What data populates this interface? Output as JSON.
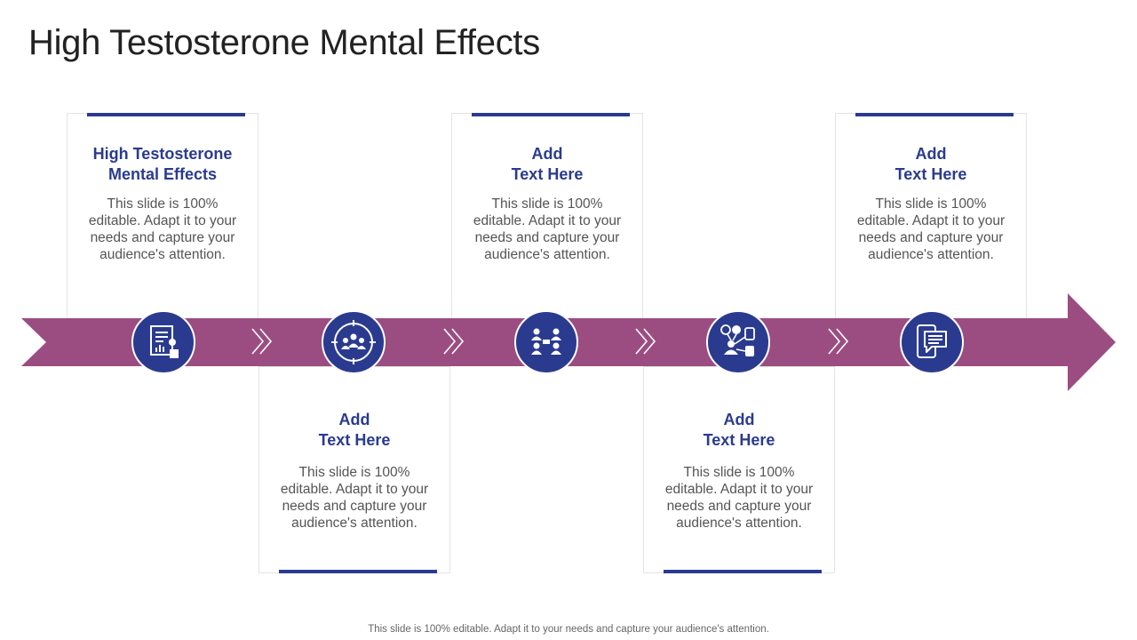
{
  "title": "High Testosterone Mental Effects",
  "steps": [
    {
      "heading_line1": "High Testosterone",
      "heading_line2": "Mental Effects",
      "body": "This slide is 100% editable. Adapt it to your needs and capture your audience's attention.",
      "icon": "report-document-icon"
    },
    {
      "heading_line1": "Add",
      "heading_line2": "Text Here",
      "body": "This slide is 100% editable. Adapt it to your needs and capture your audience's attention.",
      "icon": "target-group-icon"
    },
    {
      "heading_line1": "Add",
      "heading_line2": "Text Here",
      "body": "This slide is 100% editable. Adapt it to your needs and capture your audience's attention.",
      "icon": "team-meeting-icon"
    },
    {
      "heading_line1": "Add",
      "heading_line2": "Text Here",
      "body": "This slide is 100% editable. Adapt it to your needs and capture your audience's attention.",
      "icon": "network-communication-icon"
    },
    {
      "heading_line1": "Add",
      "heading_line2": "Text Here",
      "body": "This slide is 100% editable. Adapt it to your needs and capture your audience's attention.",
      "icon": "mobile-message-icon"
    }
  ],
  "footer": "This slide is 100% editable. Adapt it to your needs and capture your audience's attention.",
  "colors": {
    "accent": "#2a3b8f",
    "arrow": "#9b4d82",
    "text": "#555555"
  }
}
